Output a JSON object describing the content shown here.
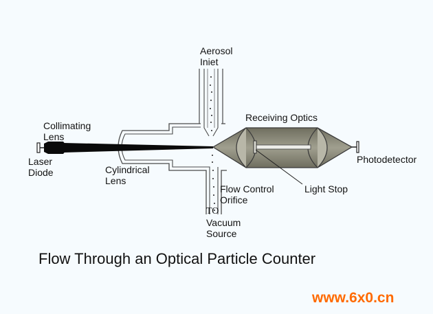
{
  "labels": {
    "aerosol_inlet": [
      "Aerosol",
      "Iniet"
    ],
    "collimating_lens": [
      "Collimating",
      "Lens"
    ],
    "laser_diode": [
      "Laser",
      "Diode"
    ],
    "cylindrical_lens": [
      "Cylindrical",
      "Lens"
    ],
    "receiving_optics": "Receiving Optics",
    "photodetector": "Photodetector",
    "light_stop": "Light Stop",
    "flow_control_orifice": [
      "Flow Control",
      "Orifice"
    ],
    "vacuum_source": [
      "TO",
      "Vacuum",
      "Source"
    ]
  },
  "title": "Flow Through an Optical Particle Counter",
  "watermark": "www.6x0.cn",
  "colors": {
    "background": "#f6fbfe",
    "outline": "#4a4a4a",
    "optics_fill": "#8d8c7a",
    "beam": "#0a0a0a",
    "watermark": "#ff6a00"
  }
}
